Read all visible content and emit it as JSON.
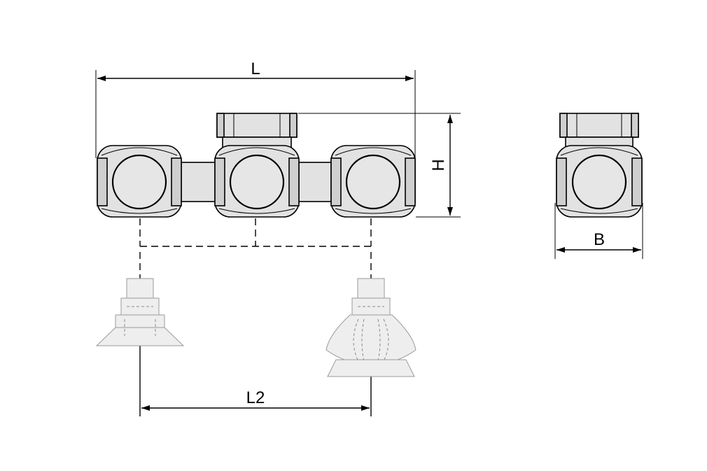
{
  "dimensions": {
    "length": "L",
    "height": "H",
    "width": "B",
    "pitch": "L2"
  }
}
